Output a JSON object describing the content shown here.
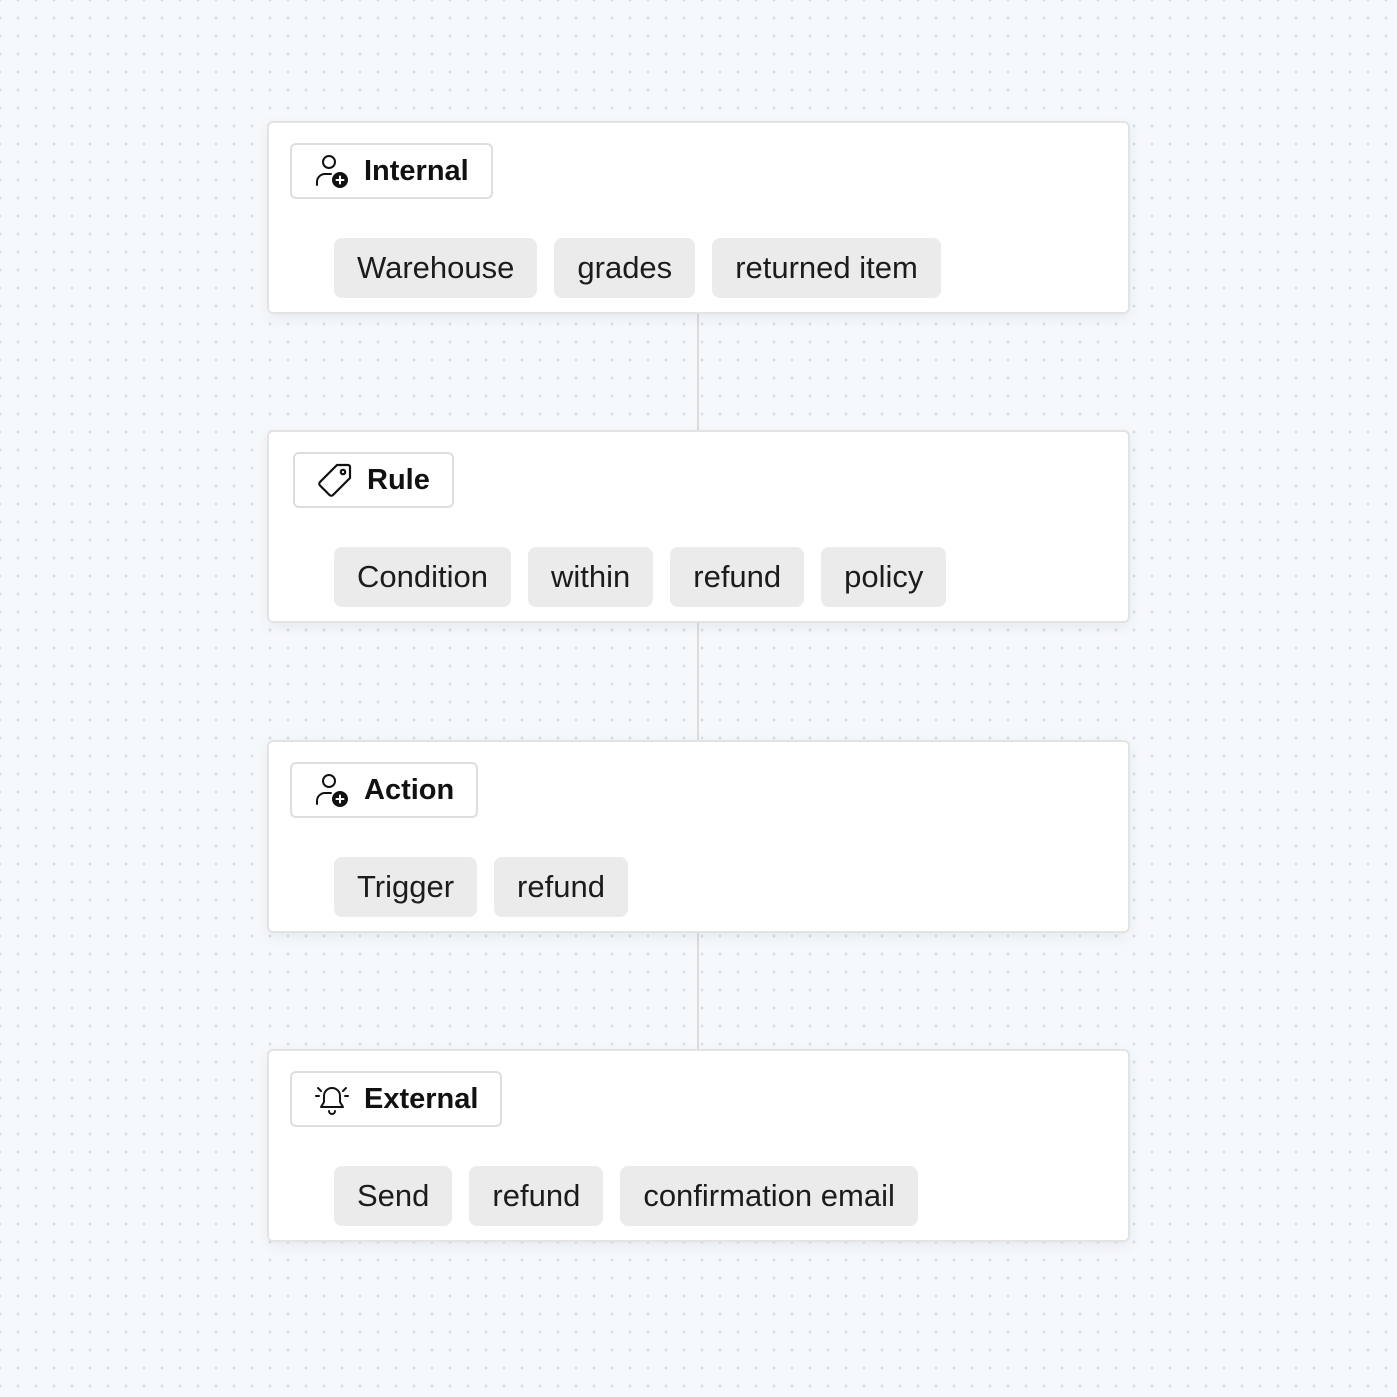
{
  "steps": [
    {
      "title": "Internal",
      "icon": "user-add-icon",
      "tags": [
        "Warehouse",
        "grades",
        "returned item"
      ]
    },
    {
      "title": "Rule",
      "icon": "tag-icon",
      "tags": [
        "Condition",
        "within",
        "refund",
        "policy"
      ]
    },
    {
      "title": "Action",
      "icon": "user-add-icon",
      "tags": [
        "Trigger",
        "refund"
      ]
    },
    {
      "title": "External",
      "icon": "bell-icon",
      "tags": [
        "Send",
        "refund",
        "confirmation email"
      ]
    }
  ]
}
